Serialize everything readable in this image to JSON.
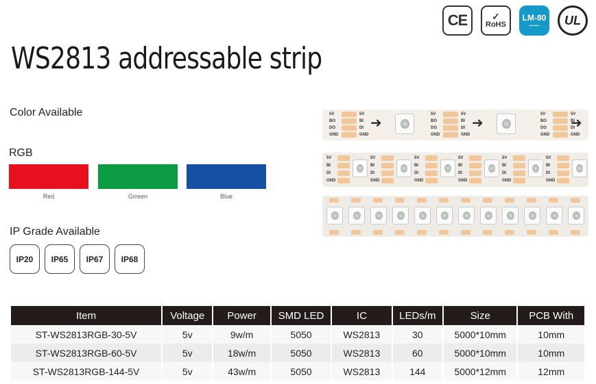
{
  "certifications": [
    {
      "name": "ce-mark",
      "text": "CE"
    },
    {
      "name": "rohs-mark",
      "text": "RoHS"
    },
    {
      "name": "lm80-mark",
      "text": "LM-80",
      "color": "#1499c8"
    },
    {
      "name": "ul-mark",
      "text": "UL"
    }
  ],
  "title": "WS2813 addressable strip",
  "color_section": {
    "label": "Color Available",
    "type_label": "RGB",
    "swatches": [
      {
        "name": "Red",
        "color": "#e8101f"
      },
      {
        "name": "Grreen",
        "color": "#0d9c46"
      },
      {
        "name": "Blue",
        "color": "#1550a4"
      }
    ]
  },
  "ip_section": {
    "label": "IP Grade Available",
    "grades": [
      "IP20",
      "IP65",
      "IP67",
      "IP68"
    ]
  },
  "strip_images": {
    "pad_labels": [
      "5V",
      "BO",
      "DO",
      "GND",
      "5V",
      "BI",
      "DI",
      "GND"
    ]
  },
  "table": {
    "headers": [
      "Item",
      "Voltage",
      "Power",
      "SMD LED",
      "IC",
      "LEDs/m",
      "Size",
      "PCB With"
    ],
    "rows": [
      [
        "ST-WS2813RGB-30-5V",
        "5v",
        "9w/m",
        "5050",
        "WS2813",
        "30",
        "5000*10mm",
        "10mm"
      ],
      [
        "ST-WS2813RGB-60-5V",
        "5v",
        "18w/m",
        "5050",
        "WS2813",
        "60",
        "5000*10mm",
        "10mm"
      ],
      [
        "ST-WS2813RGB-144-5V",
        "5v",
        "43w/m",
        "5050",
        "WS2813",
        "144",
        "5000*12mm",
        "12mm"
      ]
    ]
  }
}
